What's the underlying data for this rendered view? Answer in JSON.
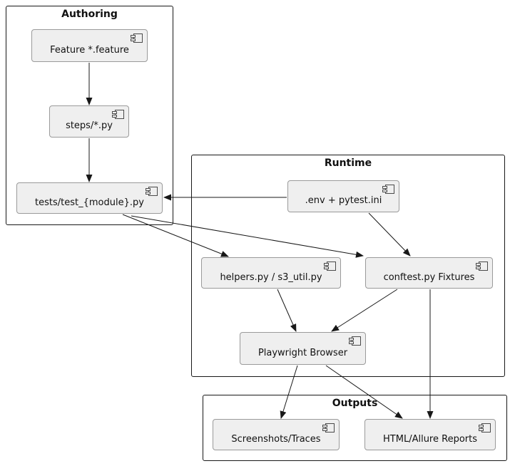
{
  "groups": {
    "authoring": {
      "title": "Authoring"
    },
    "runtime": {
      "title": "Runtime"
    },
    "outputs": {
      "title": "Outputs"
    }
  },
  "nodes": {
    "feature": {
      "label": "Feature *.feature"
    },
    "steps": {
      "label": "steps/*.py"
    },
    "tests": {
      "label": "tests/test_{module}.py"
    },
    "env_pytest": {
      "label": ".env + pytest.ini"
    },
    "helpers": {
      "label": "helpers.py / s3_util.py"
    },
    "conftest": {
      "label": "conftest.py Fixtures"
    },
    "playwright": {
      "label": "Playwright Browser"
    },
    "screenshots": {
      "label": "Screenshots/Traces"
    },
    "reports": {
      "label": "HTML/Allure Reports"
    }
  },
  "edges": [
    {
      "from": "feature",
      "to": "steps"
    },
    {
      "from": "steps",
      "to": "tests"
    },
    {
      "from": "env_pytest",
      "to": "tests"
    },
    {
      "from": "env_pytest",
      "to": "conftest"
    },
    {
      "from": "tests",
      "to": "helpers"
    },
    {
      "from": "tests",
      "to": "conftest"
    },
    {
      "from": "helpers",
      "to": "playwright"
    },
    {
      "from": "conftest",
      "to": "playwright"
    },
    {
      "from": "conftest",
      "to": "reports"
    },
    {
      "from": "playwright",
      "to": "screenshots"
    },
    {
      "from": "playwright",
      "to": "reports"
    }
  ],
  "colors": {
    "background": "#ffffff",
    "node_fill": "#efefef",
    "node_border": "#9a9a9a",
    "group_border": "#181818",
    "edge": "#181818",
    "text": "#111111"
  }
}
